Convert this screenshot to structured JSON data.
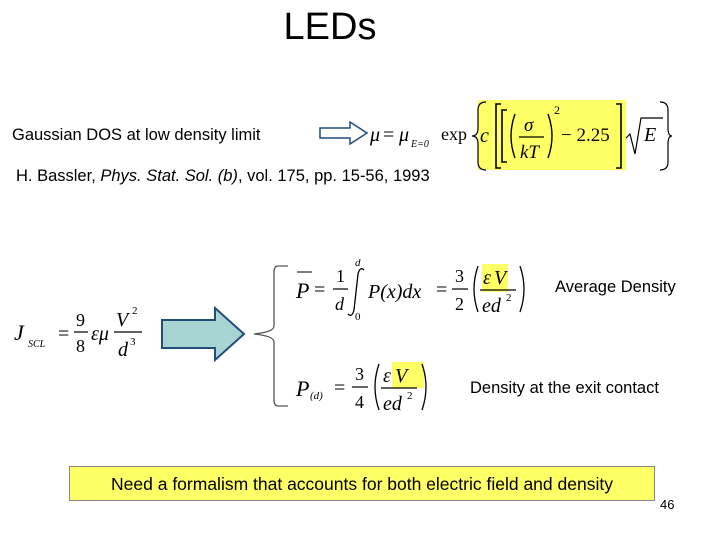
{
  "slide": {
    "title": "LEDs",
    "gaussian_label": "Gaussian DOS at low density limit",
    "reference": {
      "author": "H. Bassler, ",
      "journal": "Phys. Stat. Sol. (b)",
      "details": ", vol. 175, pp. 15-56, 1993"
    },
    "avg_label": "Average Density",
    "exit_label": "Density at the exit contact",
    "note": "Need a formalism that accounts for both electric field and density",
    "page_number": "46"
  },
  "equations": {
    "mobility": {
      "mu": "μ",
      "eq": "=",
      "mu0": "μ",
      "sub": "E=0",
      "exp": "exp",
      "c": "c",
      "sigma": "σ",
      "kT": "kT",
      "power": "2",
      "const": "− 2.25",
      "field": "E"
    },
    "jscl": {
      "J": "J",
      "sub": "SCL",
      "eq": "=",
      "num": "9",
      "den": "8",
      "epsmu": "εμ",
      "V2": "V",
      "V2pow": "2",
      "d3": "d",
      "d3pow": "3"
    },
    "average": {
      "P": "P",
      "eq1": "=",
      "one": "1",
      "d": "d",
      "upper": "d",
      "lower": "0",
      "integrand": "P(x)dx",
      "eq2": "=",
      "three": "3",
      "two": "2",
      "eps": "ε",
      "V": "V",
      "ed": "ed",
      "edpow": "2"
    },
    "exit": {
      "P": "P",
      "sub": "(d)",
      "eq": "=",
      "three": "3",
      "four": "4",
      "eps": "ε",
      "V": "V",
      "ed": "ed",
      "edpow": "2"
    }
  },
  "colors": {
    "highlight": "#ffff66",
    "arrow_fill": "#a9d4d4",
    "arrow_stroke": "#1f4e79",
    "bracket": "#555555"
  }
}
